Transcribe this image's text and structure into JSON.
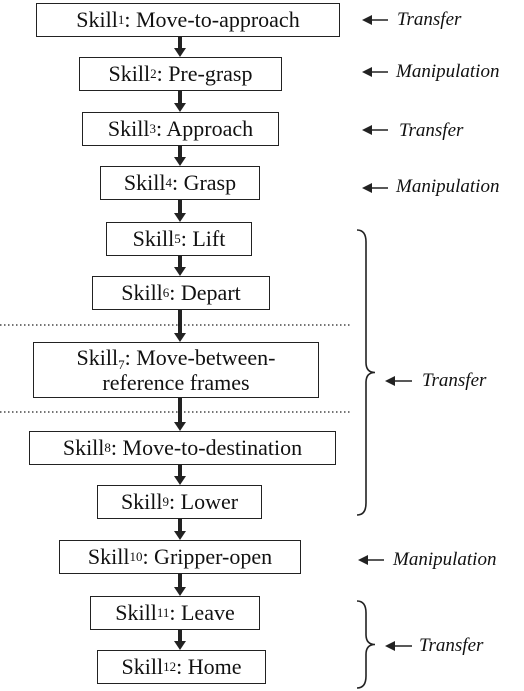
{
  "skills": [
    {
      "name": "Skill",
      "index": "1",
      "label": ": Move-to-approach"
    },
    {
      "name": "Skill",
      "index": "2",
      "label": ": Pre-grasp"
    },
    {
      "name": "Skill",
      "index": "3",
      "label": ": Approach"
    },
    {
      "name": "Skill",
      "index": "4",
      "label": ": Grasp"
    },
    {
      "name": "Skill",
      "index": "5",
      "label": ": Lift"
    },
    {
      "name": "Skill",
      "index": "6",
      "label": ": Depart"
    },
    {
      "name": "Skill",
      "index": "7",
      "label": ": Move-between-",
      "label2": "reference frames"
    },
    {
      "name": "Skill",
      "index": "8",
      "label": ": Move-to-destination"
    },
    {
      "name": "Skill",
      "index": "9",
      "label": ": Lower"
    },
    {
      "name": "Skill",
      "index": "10",
      "label": ": Gripper-open"
    },
    {
      "name": "Skill",
      "index": "11",
      "label": ": Leave"
    },
    {
      "name": "Skill",
      "index": "12",
      "label": ": Home"
    }
  ],
  "categories": [
    "Transfer",
    "Manipulation",
    "Transfer",
    "Manipulation",
    "Transfer",
    "Manipulation",
    "Transfer"
  ],
  "colors": {
    "stroke": "#222222",
    "text": "#111111"
  }
}
